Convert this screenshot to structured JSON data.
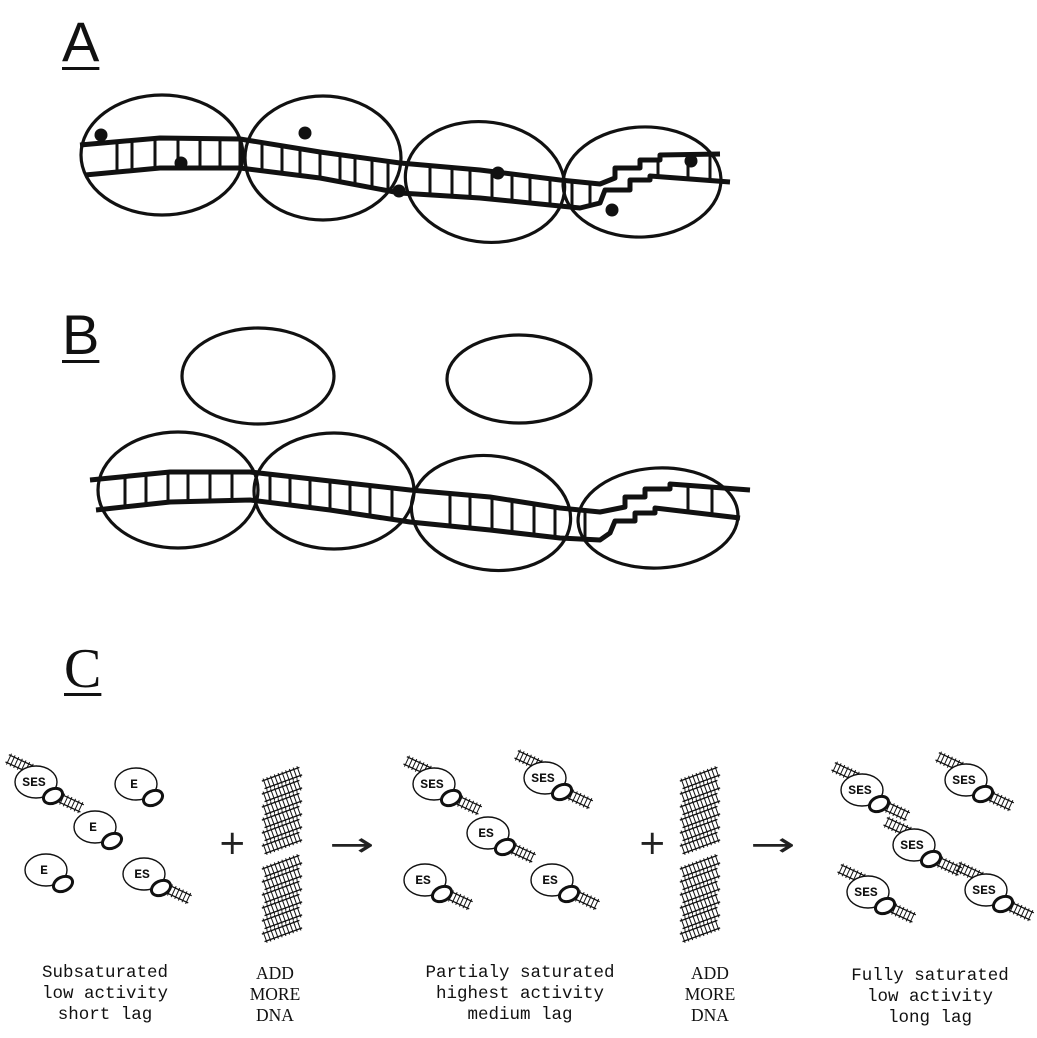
{
  "panels": {
    "a": {
      "label": "A"
    },
    "b": {
      "label": "B"
    },
    "c": {
      "label": "C"
    }
  },
  "symbols": {
    "plus": "+",
    "arrow": "→",
    "ses": "SES",
    "es": "ES",
    "e": "E"
  },
  "states": [
    {
      "caption": [
        "Subsaturated",
        "low activity",
        "short lag"
      ],
      "enzymes": [
        "SES",
        "E",
        "E",
        "E",
        "ES"
      ]
    },
    {
      "caption": [
        "Partialy saturated",
        "highest activity",
        "medium lag"
      ],
      "enzymes": [
        "SES",
        "SES",
        "ES",
        "ES",
        "ES"
      ]
    },
    {
      "caption": [
        "Fully saturated",
        "low activity",
        "long lag"
      ],
      "enzymes": [
        "SES",
        "SES",
        "SES",
        "SES",
        "SES"
      ]
    }
  ],
  "steps": [
    {
      "caption": [
        "ADD",
        "MORE",
        "DNA"
      ]
    },
    {
      "caption": [
        "ADD",
        "MORE",
        "DNA"
      ]
    }
  ],
  "colors": {
    "ink": "#111111",
    "background": "#ffffff"
  },
  "icons": [
    "enzyme-ellipse",
    "dna-ladder",
    "bound-ligand-dot",
    "dna-stack",
    "plus-icon",
    "arrow-icon"
  ]
}
